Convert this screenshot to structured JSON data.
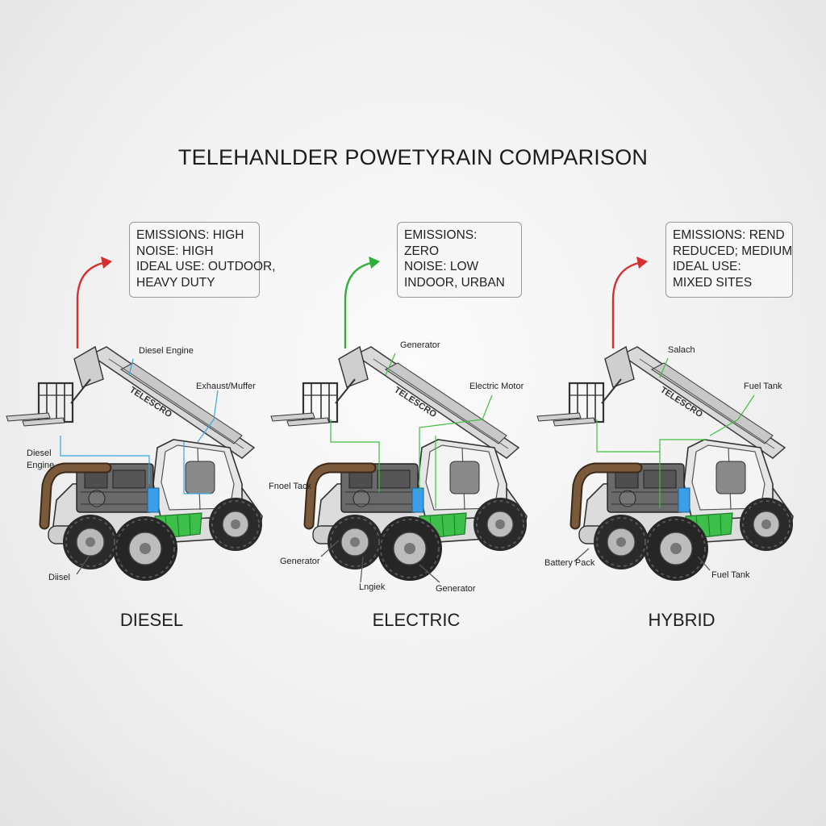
{
  "title": "TELEHANLDER POWETYRAIN COMPARISON",
  "colors": {
    "diesel_arrow": "#d62f2f",
    "electric_arrow": "#2fae3a",
    "hybrid_arrow": "#d62f2f",
    "battery": "#3cc04a",
    "motor": "#3a9ee8",
    "leader": "#3ba6e0",
    "leader_green": "#3fbf3f"
  },
  "machines": [
    {
      "label": "DIESEL",
      "info": [
        "EMISSIONS: HIGH",
        "NOISE: HIGH",
        "IDEAL USE: OUTDOOR,",
        "HEAVY DUTY"
      ],
      "brand": "TELESCRO",
      "callouts": {
        "a": "Diesel Engine",
        "b": "Exhaust/Muffer",
        "c": "Diesel",
        "d": "Engine",
        "e": "Diisel"
      }
    },
    {
      "label": "ELECTRIC",
      "info": [
        "EMISSIONS:",
        "ZERO",
        "NOISE: LOW",
        "INDOOR, URBAN"
      ],
      "brand": "TELESCRO",
      "callouts": {
        "a": "Generator",
        "b": "Electric Motor",
        "c": "Fnoel Tack",
        "d": "Generator",
        "e": "Lngiek",
        "f": "Generator"
      }
    },
    {
      "label": "HYBRID",
      "info": [
        "EMISSIONS: REND",
        "REDUCED; MEDIUM",
        "IDEAL USE:",
        "MIXED SITES"
      ],
      "brand": "TELESCRO",
      "callouts": {
        "a": "Salach",
        "b": "Fuel Tank",
        "c": "Battery Pack",
        "d": "Fuel Tank"
      }
    }
  ]
}
